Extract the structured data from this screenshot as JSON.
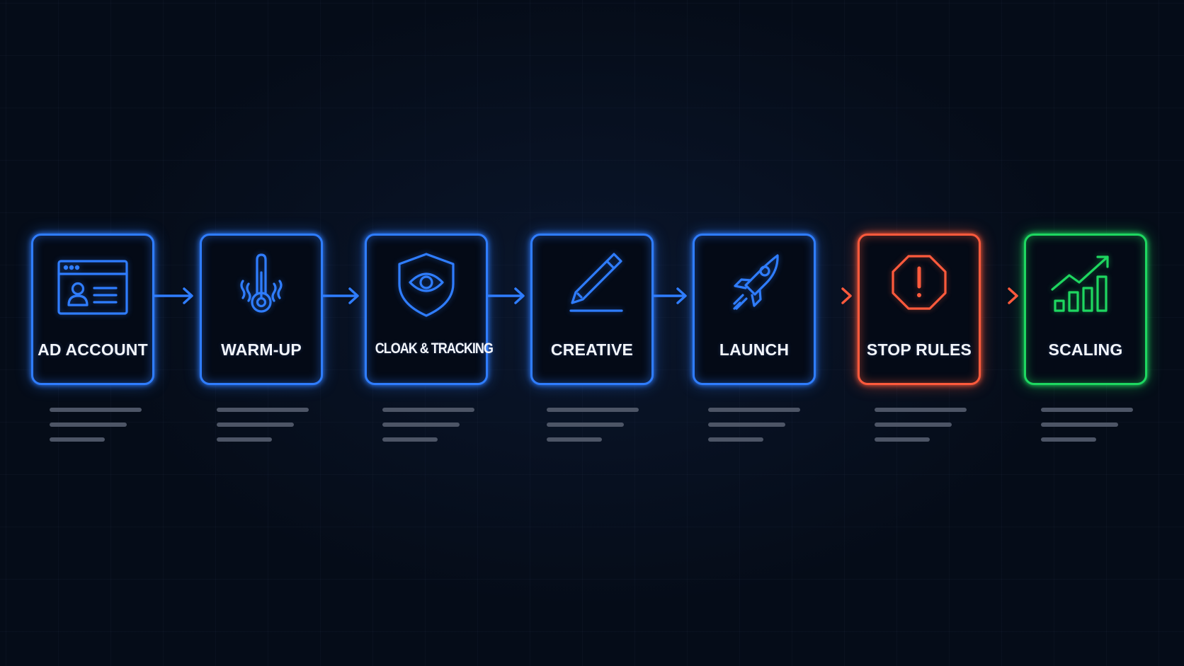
{
  "colors": {
    "background": "#050c18",
    "blue": "#2f7dff",
    "red": "#ff5a3c",
    "green": "#1ed760",
    "placeholder_line": "#4d5566"
  },
  "steps": [
    {
      "label": "AD ACCOUNT",
      "icon": "id-card-icon",
      "color": "blue"
    },
    {
      "label": "WARM-UP",
      "icon": "thermometer-icon",
      "color": "blue"
    },
    {
      "label": "CLOAK & TRACKING",
      "icon": "shield-eye-icon",
      "color": "blue"
    },
    {
      "label": "CREATIVE",
      "icon": "pencil-icon",
      "color": "blue"
    },
    {
      "label": "LAUNCH",
      "icon": "rocket-icon",
      "color": "blue"
    },
    {
      "label": "STOP RULES",
      "icon": "stop-warning-icon",
      "color": "red"
    },
    {
      "label": "SCALING",
      "icon": "growth-chart-icon",
      "color": "green"
    }
  ],
  "connectors": [
    {
      "from": "AD ACCOUNT",
      "to": "WARM-UP",
      "color": "blue"
    },
    {
      "from": "WARM-UP",
      "to": "CLOAK & TRACKING",
      "color": "blue"
    },
    {
      "from": "CLOAK & TRACKING",
      "to": "CREATIVE",
      "color": "blue"
    },
    {
      "from": "CREATIVE",
      "to": "LAUNCH",
      "color": "blue"
    },
    {
      "from": "LAUNCH",
      "to": "STOP RULES",
      "color": "blue-to-red"
    },
    {
      "from": "STOP RULES",
      "to": "SCALING",
      "color": "red-to-green"
    }
  ]
}
